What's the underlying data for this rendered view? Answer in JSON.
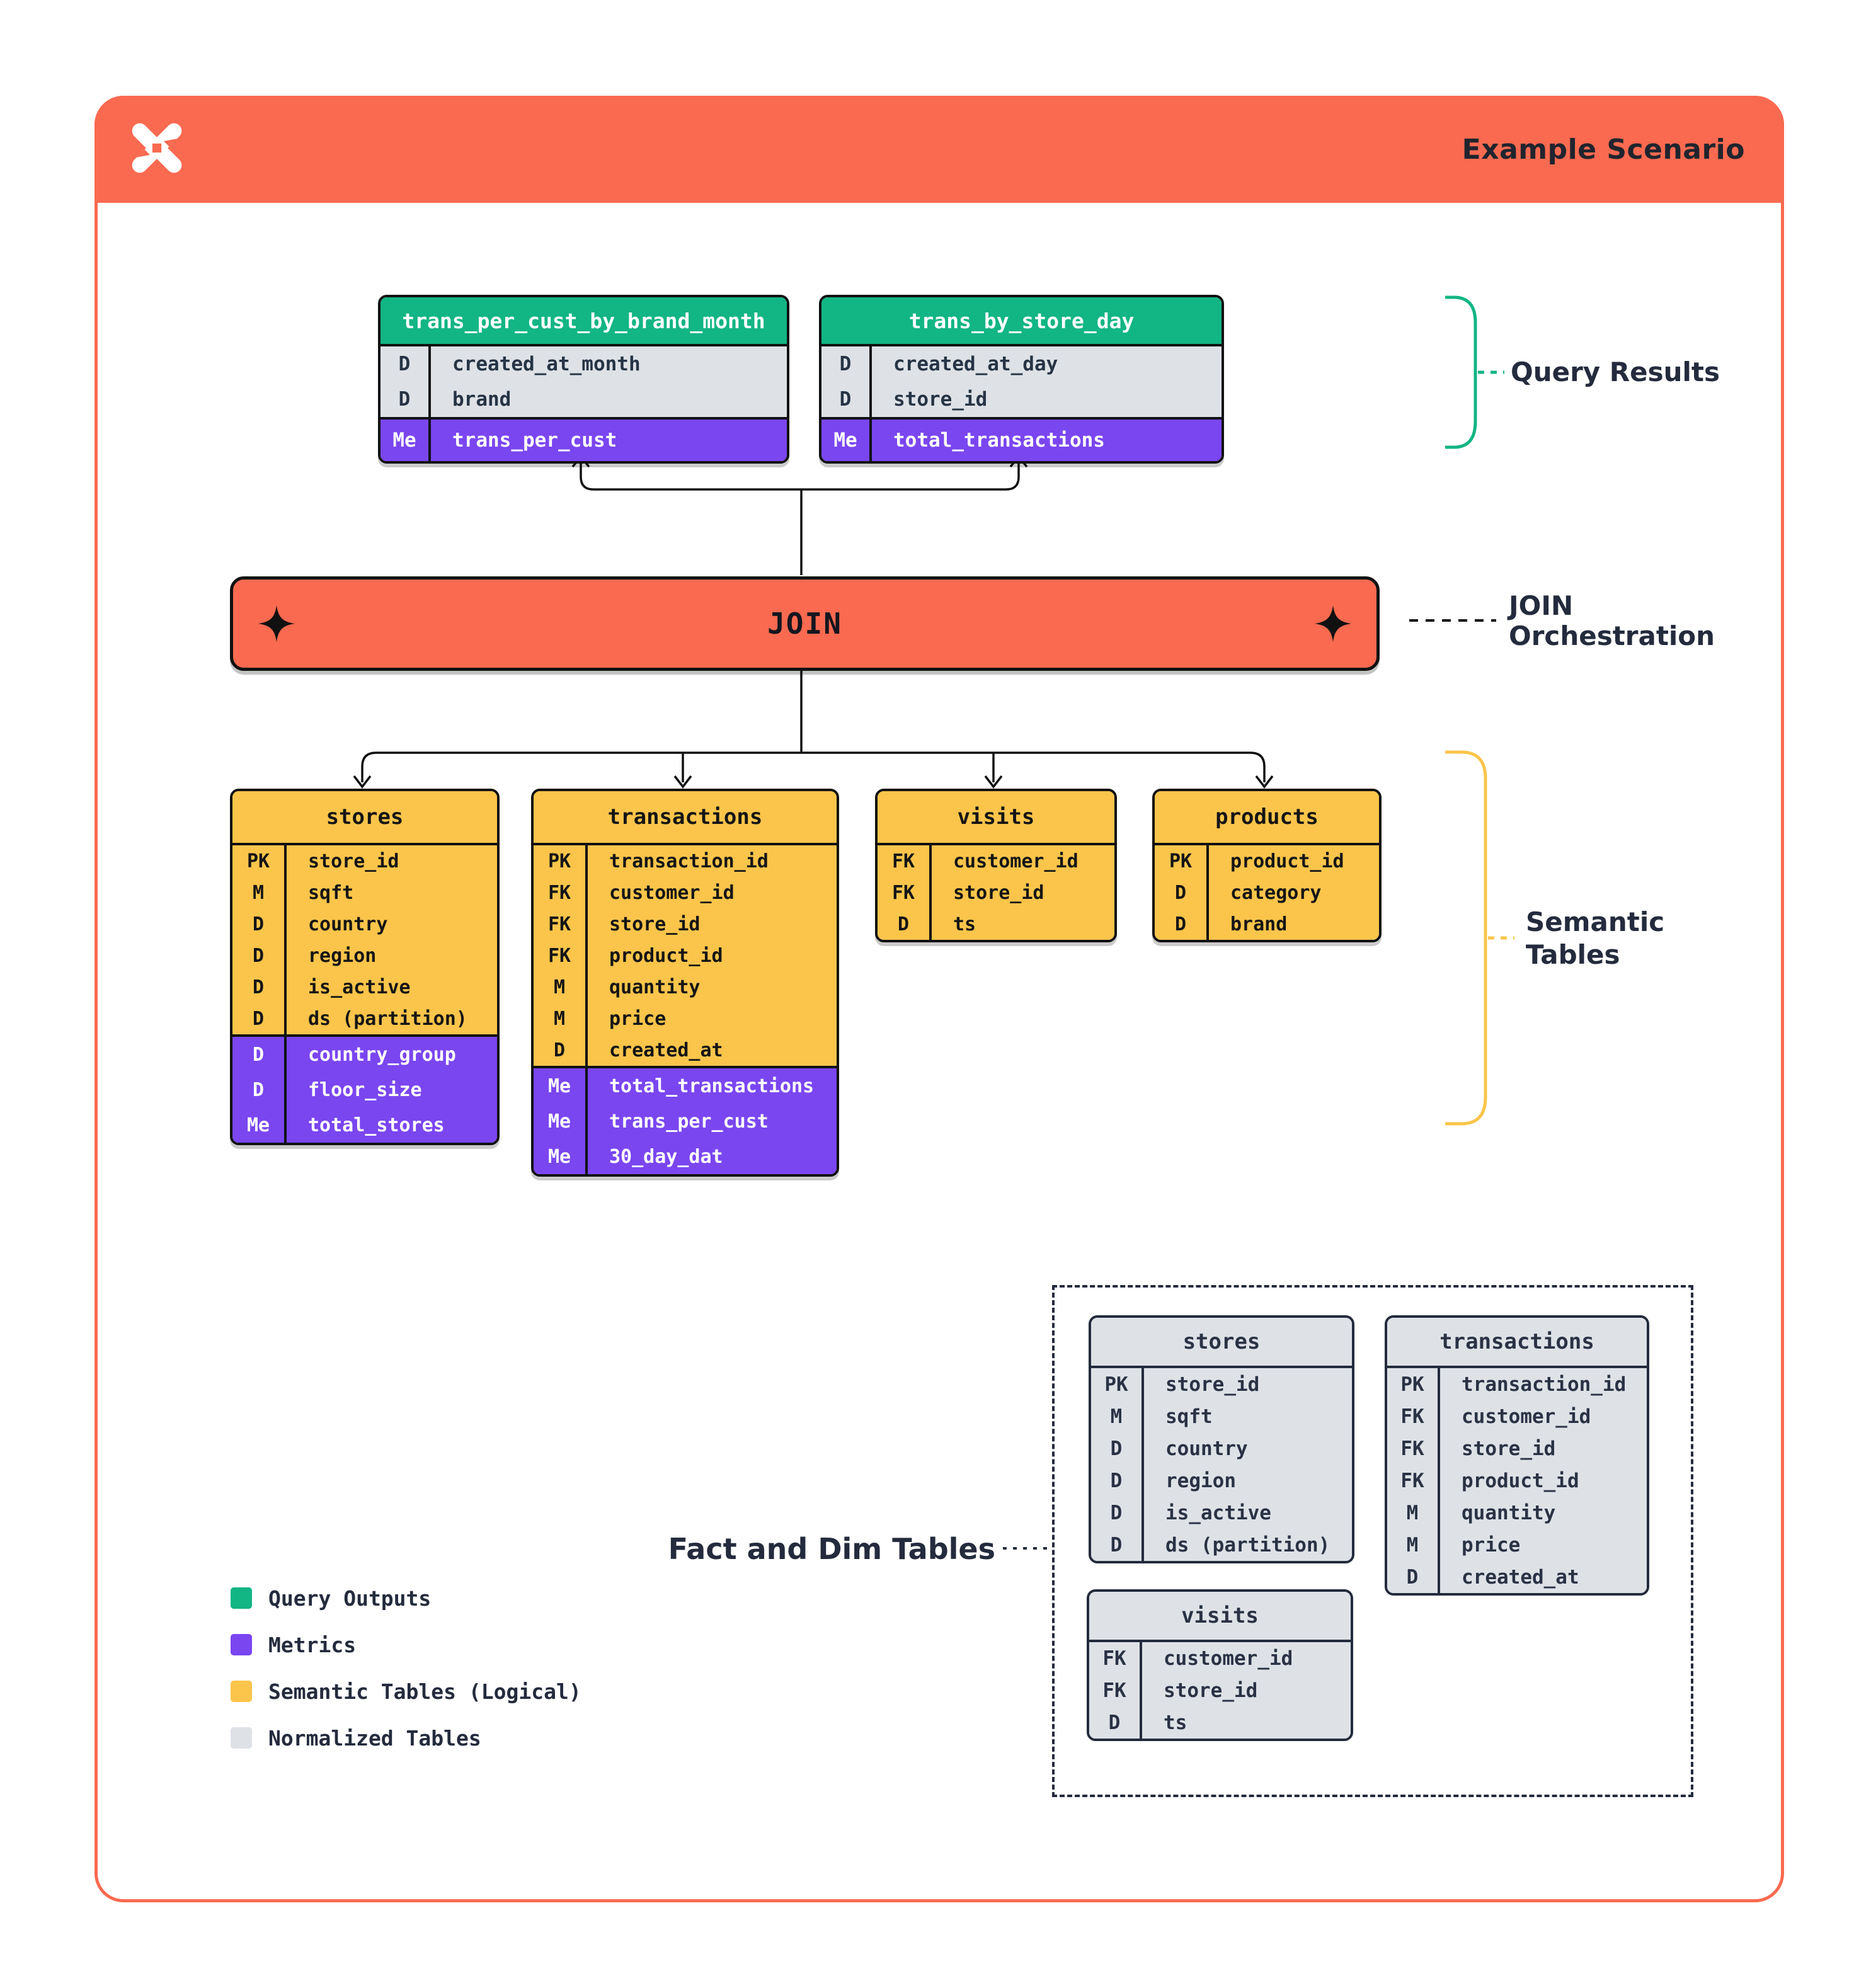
{
  "header": {
    "title": "Example Scenario",
    "logo": "dbt-logo"
  },
  "colors": {
    "orange": "#F96A50",
    "green": "#12B584",
    "purple": "#7A46F0",
    "yellow": "#FBC54B",
    "gray": "#DEE2E7",
    "navy": "#242B3D"
  },
  "join": {
    "label": "JOIN"
  },
  "annotations": {
    "query_results": "Query Results",
    "join_line1": "JOIN",
    "join_line2": "Orchestration",
    "semantic_line1": "Semantic",
    "semantic_line2": "Tables",
    "fact_dim": "Fact and Dim Tables"
  },
  "query_results_tables": [
    {
      "name": "trans_per_cust_by_brand_month",
      "dims": [
        {
          "k": "D",
          "f": "created_at_month"
        },
        {
          "k": "D",
          "f": "brand"
        }
      ],
      "metrics": [
        {
          "k": "Me",
          "f": "trans_per_cust"
        }
      ]
    },
    {
      "name": "trans_by_store_day",
      "dims": [
        {
          "k": "D",
          "f": "created_at_day"
        },
        {
          "k": "D",
          "f": "store_id"
        }
      ],
      "metrics": [
        {
          "k": "Me",
          "f": "total_transactions"
        }
      ]
    }
  ],
  "semantic_tables": [
    {
      "name": "stores",
      "cols": [
        {
          "k": "PK",
          "f": "store_id"
        },
        {
          "k": "M",
          "f": "sqft"
        },
        {
          "k": "D",
          "f": "country"
        },
        {
          "k": "D",
          "f": "region"
        },
        {
          "k": "D",
          "f": "is_active"
        },
        {
          "k": "D",
          "f": "ds (partition)"
        }
      ],
      "metrics": [
        {
          "k": "D",
          "f": "country_group"
        },
        {
          "k": "D",
          "f": "floor_size"
        },
        {
          "k": "Me",
          "f": "total_stores"
        }
      ]
    },
    {
      "name": "transactions",
      "cols": [
        {
          "k": "PK",
          "f": "transaction_id"
        },
        {
          "k": "FK",
          "f": "customer_id"
        },
        {
          "k": "FK",
          "f": "store_id"
        },
        {
          "k": "FK",
          "f": "product_id"
        },
        {
          "k": "M",
          "f": "quantity"
        },
        {
          "k": "M",
          "f": "price"
        },
        {
          "k": "D",
          "f": "created_at"
        }
      ],
      "metrics": [
        {
          "k": "Me",
          "f": "total_transactions"
        },
        {
          "k": "Me",
          "f": "trans_per_cust"
        },
        {
          "k": "Me",
          "f": "30_day_dat"
        }
      ]
    },
    {
      "name": "visits",
      "cols": [
        {
          "k": "FK",
          "f": "customer_id"
        },
        {
          "k": "FK",
          "f": "store_id"
        },
        {
          "k": "D",
          "f": "ts"
        }
      ],
      "metrics": []
    },
    {
      "name": "products",
      "cols": [
        {
          "k": "PK",
          "f": "product_id"
        },
        {
          "k": "D",
          "f": "category"
        },
        {
          "k": "D",
          "f": "brand"
        }
      ],
      "metrics": []
    }
  ],
  "normalized_tables": [
    {
      "name": "stores",
      "cols": [
        {
          "k": "PK",
          "f": "store_id"
        },
        {
          "k": "M",
          "f": "sqft"
        },
        {
          "k": "D",
          "f": "country"
        },
        {
          "k": "D",
          "f": "region"
        },
        {
          "k": "D",
          "f": "is_active"
        },
        {
          "k": "D",
          "f": "ds (partition)"
        }
      ]
    },
    {
      "name": "transactions",
      "cols": [
        {
          "k": "PK",
          "f": "transaction_id"
        },
        {
          "k": "FK",
          "f": "customer_id"
        },
        {
          "k": "FK",
          "f": "store_id"
        },
        {
          "k": "FK",
          "f": "product_id"
        },
        {
          "k": "M",
          "f": "quantity"
        },
        {
          "k": "M",
          "f": "price"
        },
        {
          "k": "D",
          "f": "created_at"
        }
      ]
    },
    {
      "name": "visits",
      "cols": [
        {
          "k": "FK",
          "f": "customer_id"
        },
        {
          "k": "FK",
          "f": "store_id"
        },
        {
          "k": "D",
          "f": "ts"
        }
      ]
    }
  ],
  "legend": [
    {
      "label": "Query Outputs",
      "color": "#12B584"
    },
    {
      "label": "Metrics",
      "color": "#7A46F0"
    },
    {
      "label": "Semantic Tables (Logical)",
      "color": "#FBC54B"
    },
    {
      "label": "Normalized Tables",
      "color": "#DEE2E7"
    }
  ]
}
